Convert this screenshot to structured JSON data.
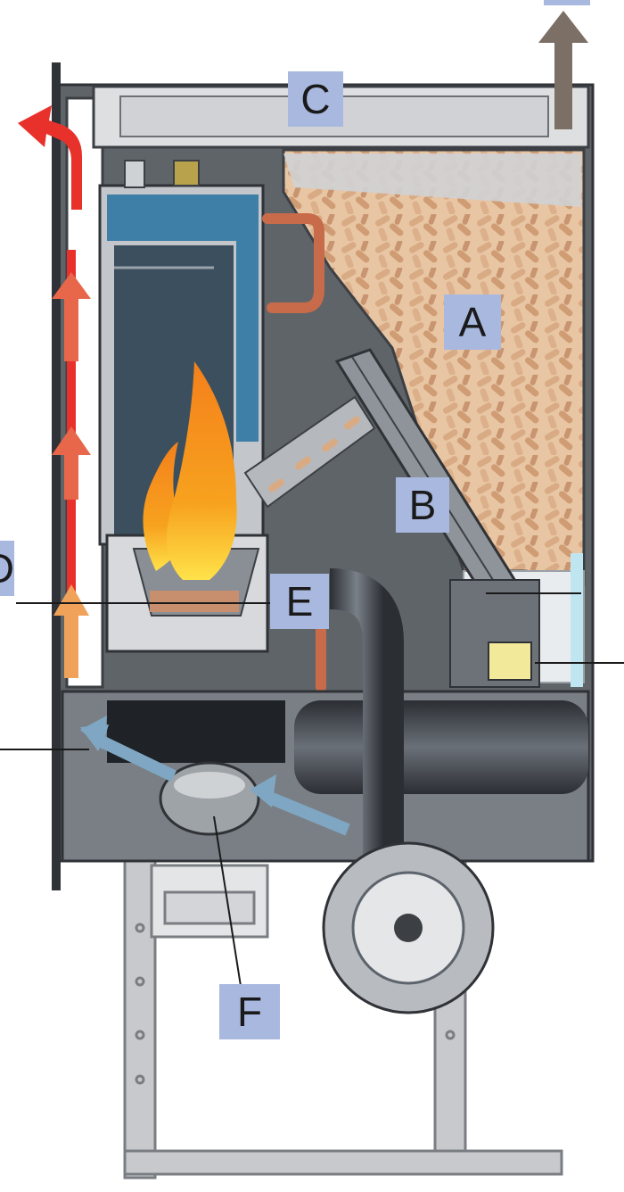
{
  "labels": {
    "a": "A",
    "b": "B",
    "c": "C",
    "d": "D",
    "e": "E",
    "f": "F"
  },
  "colors": {
    "label_bg": "#a9b8df",
    "hot_air": "#e8312a",
    "warm_air": "#e8664a",
    "lukewarm_air": "#f0a25a",
    "cold_air": "#7fa7c3",
    "exhaust": "#7b6f66",
    "water_jacket": "#3e7fa8",
    "pellets": "#d9ab85",
    "flame_outer": "#f4801c",
    "flame_inner": "#ffe24a",
    "steel": "#5d636b",
    "frame": "#c7c9cc"
  },
  "icons": [
    "flame-icon",
    "pellet-pattern"
  ]
}
